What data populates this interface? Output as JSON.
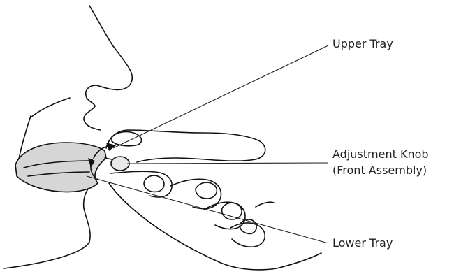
{
  "callouts": {
    "upper_tray": "Upper Tray",
    "adjustment_knob": "Adjustment Knob",
    "adjustment_knob_sub": "(Front Assembly)",
    "lower_tray": "Lower Tray"
  },
  "colors": {
    "line": "#111111",
    "tray_fill": "#d6d6d6",
    "background": "#ffffff"
  }
}
